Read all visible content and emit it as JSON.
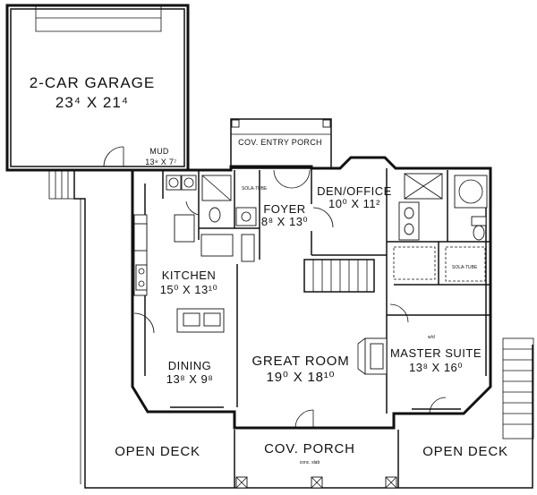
{
  "rooms": {
    "garage": {
      "name": "2-CAR GARAGE",
      "dims": "23⁴ X 21⁴"
    },
    "mud": {
      "name": "MUD",
      "dims": "13⁸ X 7⁷"
    },
    "entry_porch": {
      "name": "COV. ENTRY PORCH"
    },
    "foyer": {
      "name": "FOYER",
      "dims": "8⁸ X 13⁰"
    },
    "den": {
      "name": "DEN/OFFICE",
      "dims": "10⁰ X 11²"
    },
    "kitchen": {
      "name": "KITCHEN",
      "dims": "15⁰ X 13¹⁰"
    },
    "dining": {
      "name": "DINING",
      "dims": "13⁸ X 9⁸"
    },
    "great_room": {
      "name": "GREAT ROOM",
      "dims": "19⁰ X 18¹⁰"
    },
    "master": {
      "name": "MASTER SUITE",
      "dims": "13⁸ X 16⁰"
    },
    "deck_left": {
      "name": "OPEN DECK"
    },
    "cov_porch": {
      "name": "COV. PORCH",
      "note": "conc. slab"
    },
    "deck_right": {
      "name": "OPEN DECK"
    }
  },
  "notes": {
    "sola_tube_1": "SOLA-TUBE",
    "sola_tube_2": "SOLA-TUBE",
    "wall_note": "w/d"
  }
}
